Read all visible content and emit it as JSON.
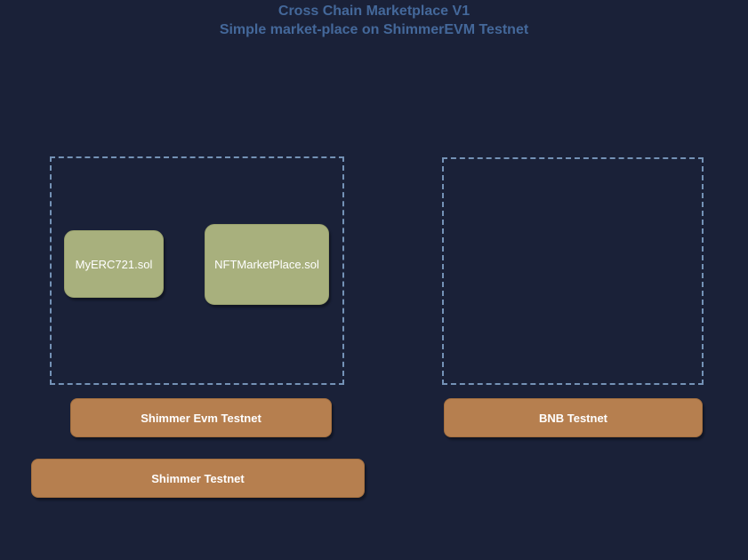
{
  "title": {
    "line1": "Cross Chain Marketplace V1",
    "line2": "Simple market-place on ShimmerEVM Testnet"
  },
  "groups": [
    {
      "id": "shimmer-evm-group",
      "description": "dashed container holding ShimmerEVM contracts"
    },
    {
      "id": "bnb-group",
      "description": "empty dashed container on BNB side"
    }
  ],
  "contracts": [
    {
      "label": "MyERC721.sol"
    },
    {
      "label": "NFTMarketPlace.sol"
    }
  ],
  "networks": [
    {
      "label": "Shimmer Evm Testnet"
    },
    {
      "label": "BNB Testnet"
    },
    {
      "label": "Shimmer Testnet"
    }
  ],
  "colors": {
    "background": "#1a2138",
    "title_text": "#44689a",
    "group_border": "#7492b6",
    "contract_fill": "#a8b07d",
    "contract_border": "#9aa26e",
    "network_fill": "#b67f4f",
    "network_border": "#a5703f",
    "label_text": "#ffffff"
  }
}
